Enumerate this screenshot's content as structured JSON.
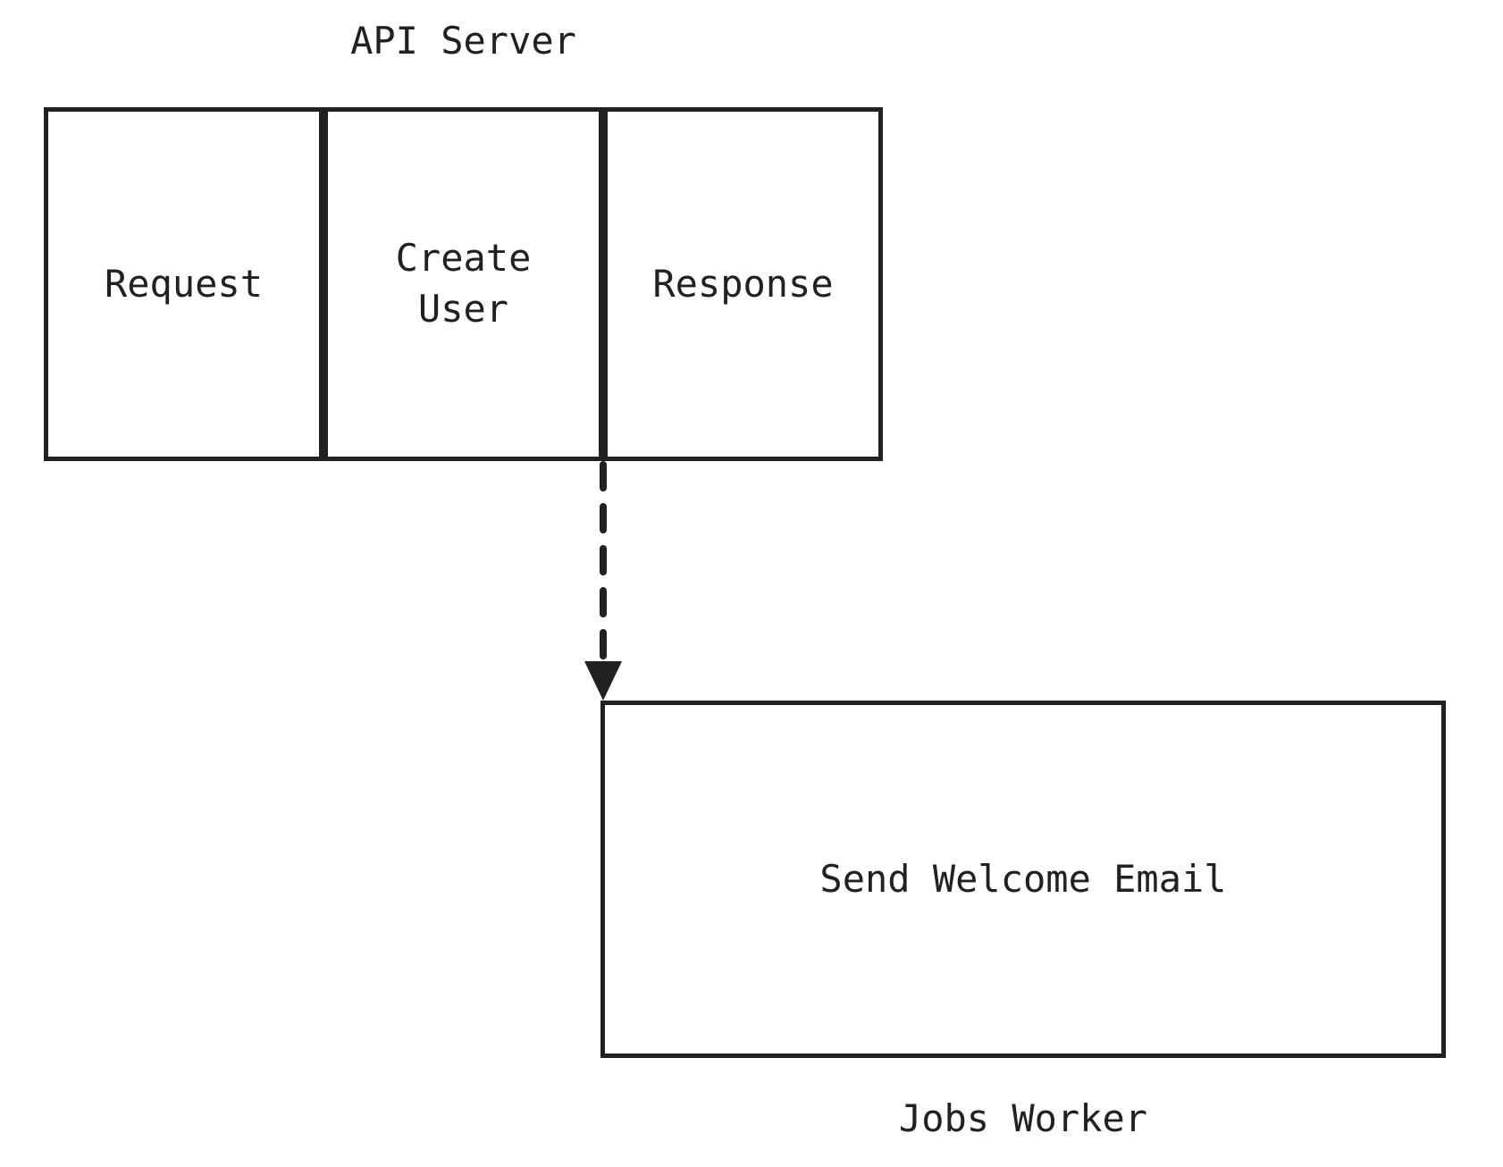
{
  "diagram": {
    "api_server_lane": {
      "title": "API Server",
      "steps": [
        "Request",
        "Create\nUser",
        "Response"
      ]
    },
    "connector": {
      "style": "dashed",
      "direction": "down",
      "from": "Create User / Response boundary",
      "to": "Send Welcome Email"
    },
    "jobs_worker_lane": {
      "title": "Jobs Worker",
      "job": "Send Welcome Email"
    },
    "colors": {
      "stroke": "#212121",
      "text": "#212121",
      "background": "#ffffff"
    }
  }
}
